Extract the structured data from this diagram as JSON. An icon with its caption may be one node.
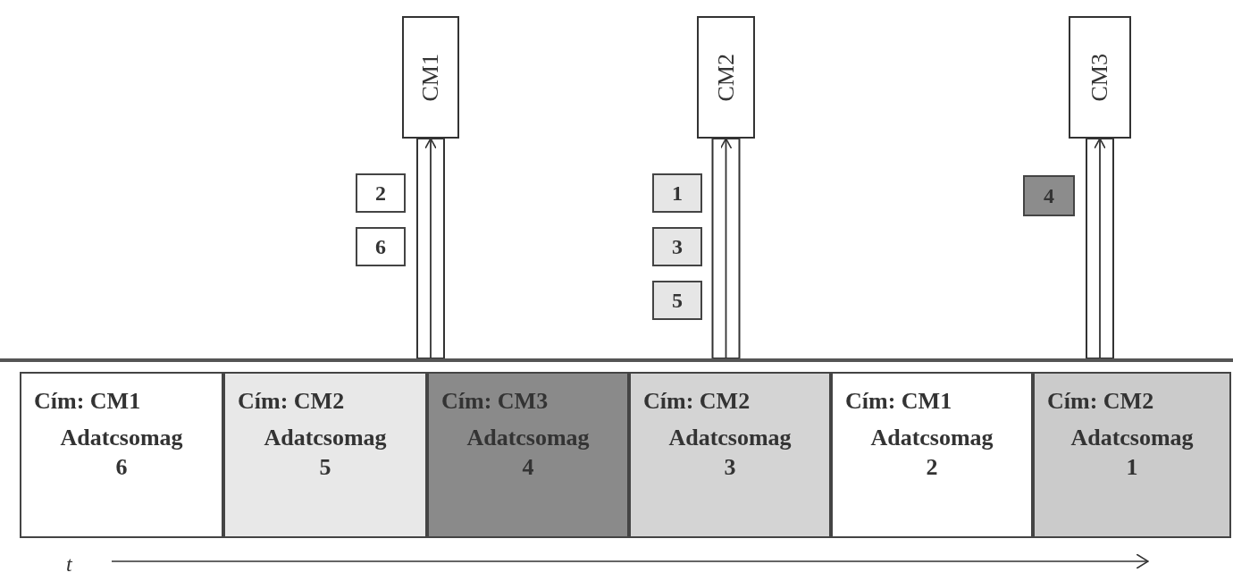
{
  "diagram": {
    "nodes": [
      {
        "text": [
          "CM1"
        ]
      },
      {
        "text": [
          "CM2"
        ]
      },
      {
        "text": [
          "CM3"
        ]
      },
      {
        "text": [
          "2"
        ]
      },
      {
        "text": [
          "6"
        ]
      },
      {
        "text": [
          "1"
        ]
      },
      {
        "text": [
          "3"
        ]
      },
      {
        "text": [
          "5"
        ]
      },
      {
        "text": [
          "4"
        ]
      },
      {
        "text": [],
        "shape": "bar"
      },
      {
        "text": [
          "Cím: CM1",
          "Adatcsomag 6"
        ]
      },
      {
        "text": [
          "Cím: CM2",
          "Adatcsomag 5"
        ]
      },
      {
        "text": [
          "Cím: CM3",
          "Adatcsomag 4"
        ]
      },
      {
        "text": [
          "Cím: CM2",
          "Adatcsomag 3"
        ]
      },
      {
        "text": [
          "Cím: CM1",
          "Adatcsomag 2"
        ]
      },
      {
        "text": [
          "Cím: CM2",
          "Adatcsomag 1"
        ]
      }
    ],
    "edges": [
      {
        "from": 9,
        "to": 0,
        "arrow": "to"
      },
      {
        "from": 9,
        "to": 1,
        "arrow": "to"
      },
      {
        "from": 9,
        "to": 2,
        "arrow": "to"
      }
    ],
    "labels": [
      "t"
    ]
  }
}
